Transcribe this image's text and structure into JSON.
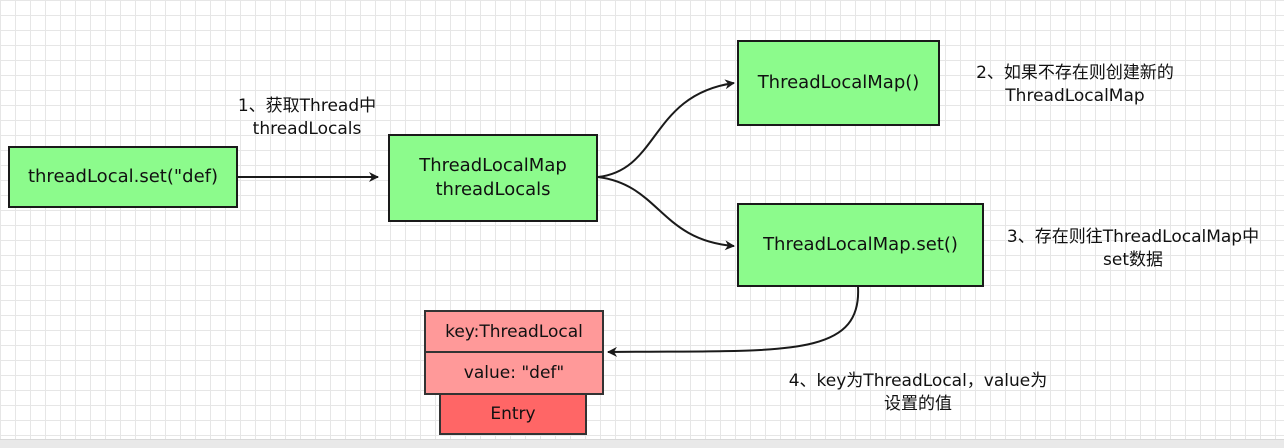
{
  "nodes": {
    "set_call": "threadLocal.set(\"def)",
    "map_line1": "ThreadLocalMap",
    "map_line2": "threadLocals",
    "new_map": "ThreadLocalMap()",
    "map_set": "ThreadLocalMap.set()"
  },
  "entry": {
    "key": "key:ThreadLocal",
    "value": "value: \"def\"",
    "title": "Entry"
  },
  "labels": {
    "step1_line1": "1、获取Thread中",
    "step1_line2": "threadLocals",
    "step2_line1": "2、如果不存在则创建新的",
    "step2_line2": "ThreadLocalMap",
    "step3_line1": "3、存在则往ThreadLocalMap中",
    "step3_line2": "set数据",
    "step4_line1": "4、key为ThreadLocal，value为",
    "step4_line2": "设置的值"
  },
  "colors": {
    "node_fill": "#8cfb8c",
    "entry_fill": "#ff9999",
    "entry_title_fill": "#ff6666"
  }
}
